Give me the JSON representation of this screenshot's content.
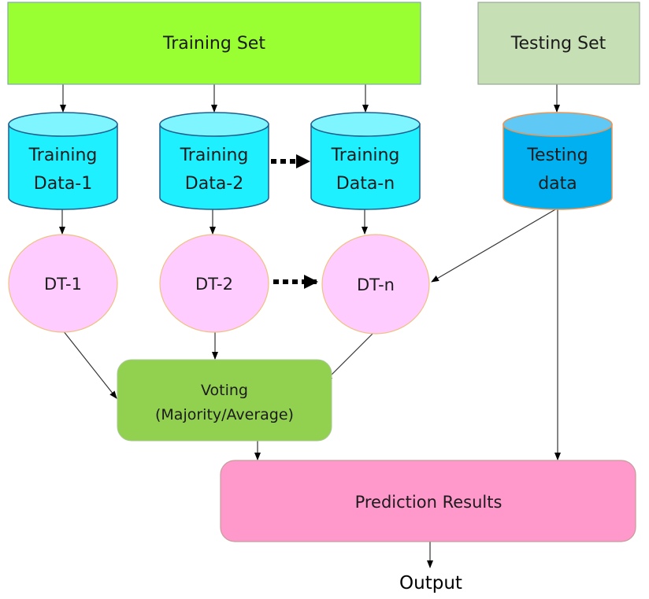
{
  "title": "Random Forest workflow",
  "colors": {
    "training_set": "#99ff33",
    "testing_set": "#c6dfb4",
    "training_cylinder": "#1ff0ff",
    "training_cylinder_top": "#7ff5ff",
    "testing_cylinder": "#00b0f0",
    "testing_cylinder_top": "#5fc8f4",
    "decision_tree": "#ffccff",
    "voting": "#92d050",
    "prediction": "#ff99cc"
  },
  "nodes": {
    "training_set": {
      "label": "Training Set"
    },
    "testing_set": {
      "label": "Testing Set"
    },
    "training_data": [
      {
        "line1": "Training",
        "line2": "Data-1"
      },
      {
        "line1": "Training",
        "line2": "Data-2"
      },
      {
        "line1": "Training",
        "line2": "Data-n"
      }
    ],
    "testing_data": {
      "line1": "Testing",
      "line2": "data"
    },
    "decision_trees": [
      {
        "label": "DT-1"
      },
      {
        "label": "DT-2"
      },
      {
        "label": "DT-n"
      }
    ],
    "voting": {
      "line1": "Voting",
      "line2": "(Majority/Average)"
    },
    "prediction": {
      "label": "Prediction Results"
    },
    "output": {
      "label": "Output"
    }
  },
  "edges": [
    {
      "from": "training_set",
      "to": "training_data_1"
    },
    {
      "from": "training_set",
      "to": "training_data_2"
    },
    {
      "from": "training_set",
      "to": "training_data_n"
    },
    {
      "from": "testing_set",
      "to": "testing_data"
    },
    {
      "from": "training_data_2",
      "to": "training_data_n",
      "style": "dotted"
    },
    {
      "from": "training_data_1",
      "to": "dt_1"
    },
    {
      "from": "training_data_2",
      "to": "dt_2"
    },
    {
      "from": "training_data_n",
      "to": "dt_n"
    },
    {
      "from": "dt_2",
      "to": "dt_n",
      "style": "dotted"
    },
    {
      "from": "testing_data",
      "to": "dt_n"
    },
    {
      "from": "dt_1",
      "to": "voting"
    },
    {
      "from": "dt_2",
      "to": "voting"
    },
    {
      "from": "dt_n",
      "to": "voting"
    },
    {
      "from": "voting",
      "to": "prediction"
    },
    {
      "from": "testing_data",
      "to": "prediction"
    },
    {
      "from": "prediction",
      "to": "output"
    }
  ]
}
